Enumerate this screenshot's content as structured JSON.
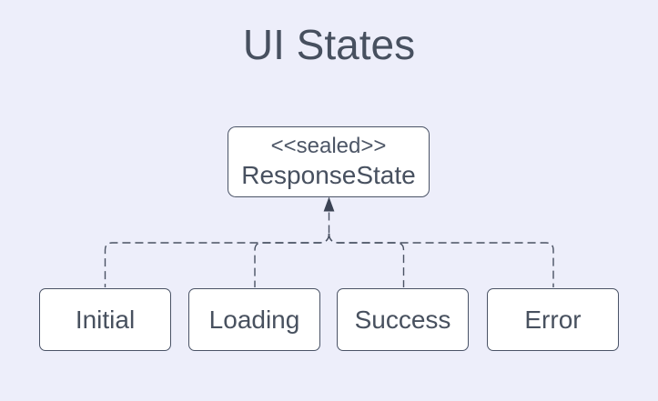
{
  "title": "UI States",
  "diagram": {
    "type": "class-hierarchy",
    "parent": {
      "annotation": "<<sealed>>",
      "name": "ResponseState"
    },
    "children": [
      {
        "label": "Initial"
      },
      {
        "label": "Loading"
      },
      {
        "label": "Success"
      },
      {
        "label": "Error"
      }
    ],
    "relationship": "dashed-realization-arrow-pointing-to-parent",
    "colors": {
      "background": "#edeefa",
      "node_fill": "#ffffff",
      "node_border": "#4a5366",
      "edge_line": "#4a5263",
      "arrowhead": "#3b4354",
      "text": "#47505f"
    }
  }
}
